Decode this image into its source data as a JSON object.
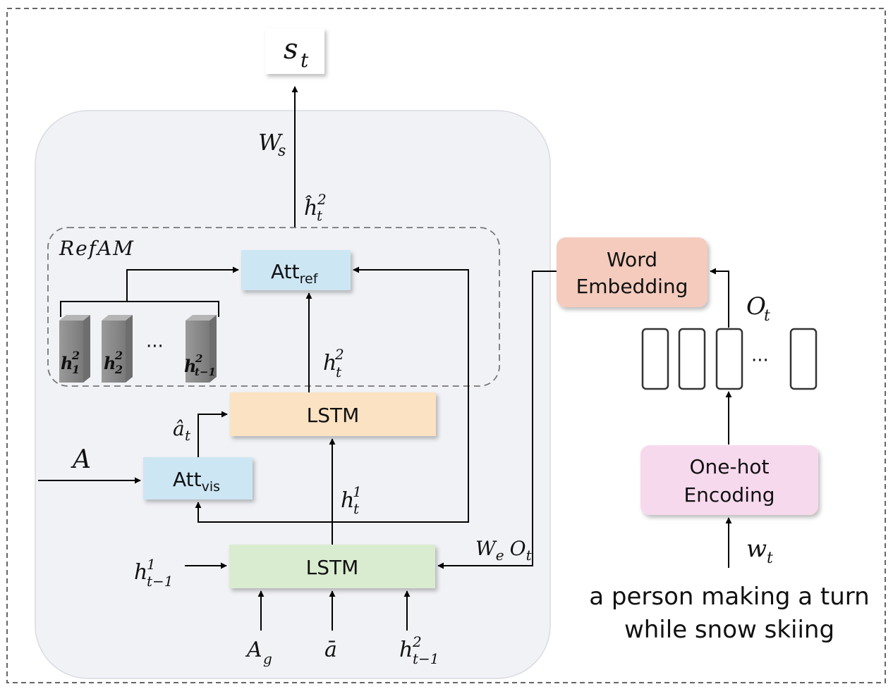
{
  "output_box": {
    "symbol": "s",
    "subscript": "t"
  },
  "ws_label": {
    "symbol": "W",
    "subscript": "s"
  },
  "hhat_label": {
    "symbol": "ĥ",
    "sup": "2",
    "sub": "t"
  },
  "refam": {
    "label": "RefAM"
  },
  "att_ref": {
    "base": "Att",
    "sub": "ref"
  },
  "att_vis": {
    "base": "Att",
    "sub": "vis"
  },
  "hidden_blocks": [
    {
      "sym": "h",
      "sup": "2",
      "sub": "1"
    },
    {
      "sym": "h",
      "sup": "2",
      "sub": "2"
    },
    {
      "sym": "h",
      "sup": "2",
      "sub": "t−1"
    }
  ],
  "ellipsis": "···",
  "ht2_label": {
    "sym": "h",
    "sup": "2",
    "sub": "t"
  },
  "lstm_top": {
    "label": "LSTM"
  },
  "lstm_bottom": {
    "label": "LSTM"
  },
  "ahat_label": {
    "sym": "â",
    "sub": "t"
  },
  "A_label": "A",
  "ht1_label": {
    "sym": "h",
    "sup": "1",
    "sub": "t"
  },
  "htm1_1_label": {
    "sym": "h",
    "sup": "1",
    "sub": "t−1"
  },
  "we_ot_label": {
    "w": "W",
    "wsub": "e",
    "o": "O",
    "osub": "t"
  },
  "bottom_inputs": [
    {
      "sym": "A",
      "sub": "g",
      "sup": ""
    },
    {
      "sym": "ā",
      "sub": "",
      "sup": ""
    },
    {
      "sym": "h",
      "sub": "t−1",
      "sup": "2"
    }
  ],
  "word_embedding": {
    "line1": "Word",
    "line2": "Embedding"
  },
  "ot_label": {
    "sym": "O",
    "sub": "t"
  },
  "onehot": {
    "line1": "One-hot",
    "line2": "Encoding"
  },
  "wt_label": {
    "sym": "w",
    "sub": "t"
  },
  "caption": {
    "line1": "a person making a turn",
    "line2": "while snow skiing"
  },
  "colors": {
    "panel": "#f1f2f6",
    "att": "#cde6f4",
    "lstm_top": "#fbe2c2",
    "lstm_bottom": "#d9ecd0",
    "word_embedding": "#f4cbbd",
    "onehot": "#f7d9ee",
    "block": "#8c8c8c"
  }
}
